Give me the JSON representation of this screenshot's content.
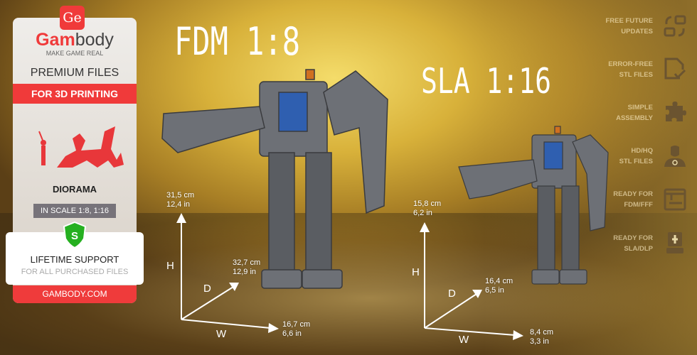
{
  "panel": {
    "logo_mark": "Ge",
    "brand_a": "Gam",
    "brand_b": "body",
    "tagline": "MAKE GAME REAL",
    "premium": "PREMIUM FILES",
    "for3d": "FOR 3D PRINTING",
    "category": "DIORAMA",
    "scale": "IN SCALE 1:8, 1:16",
    "shield_letter": "S",
    "support": "LIFETIME SUPPORT",
    "support_sub": "FOR ALL PURCHASED FILES",
    "site": "GAMBODY.COM"
  },
  "fdm": {
    "title": "FDM 1:8",
    "h_label": "H",
    "d_label": "D",
    "w_label": "W",
    "h_cm": "31,5 cm",
    "h_in": "12,4 in",
    "d_cm": "32,7 cm",
    "d_in": "12,9 in",
    "w_cm": "16,7 cm",
    "w_in": "6,6 in"
  },
  "sla": {
    "title": "SLA 1:16",
    "h_label": "H",
    "d_label": "D",
    "w_label": "W",
    "h_cm": "15,8 cm",
    "h_in": "6,2 in",
    "d_cm": "16,4 cm",
    "d_in": "6,5 in",
    "w_cm": "8,4 cm",
    "w_in": "3,3 in"
  },
  "features": [
    {
      "l1": "FREE FUTURE",
      "l2": "UPDATES",
      "icon": "updates-icon"
    },
    {
      "l1": "ERROR-FREE",
      "l2": "STL FILES",
      "icon": "file-check-icon"
    },
    {
      "l1": "SIMPLE",
      "l2": "ASSEMBLY",
      "icon": "puzzle-icon"
    },
    {
      "l1": "HD/HQ",
      "l2": "STL FILES",
      "icon": "ironman-icon"
    },
    {
      "l1": "READY FOR",
      "l2": "FDM/FFF",
      "icon": "fdm-printer-icon"
    },
    {
      "l1": "READY FOR",
      "l2": "SLA/DLP",
      "icon": "sla-printer-icon"
    }
  ],
  "colors": {
    "accent": "#f03a3a",
    "icon": "#6b5430"
  }
}
